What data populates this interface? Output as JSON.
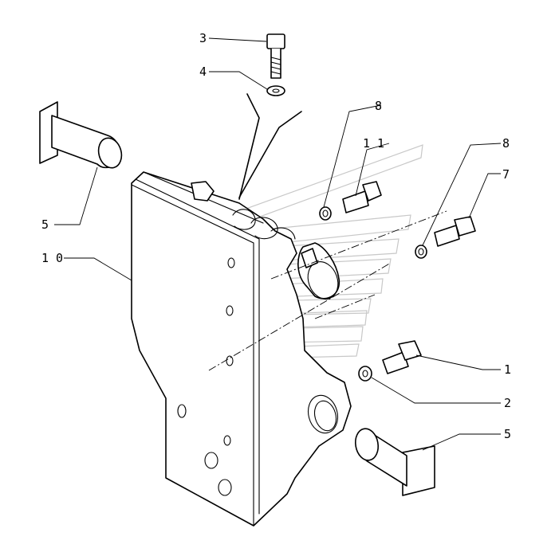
{
  "diagram": {
    "callouts": [
      {
        "id": "c3",
        "text": "3"
      },
      {
        "id": "c4",
        "text": "4"
      },
      {
        "id": "c8a",
        "text": "8"
      },
      {
        "id": "c11",
        "text": "1 1"
      },
      {
        "id": "c8b",
        "text": "8"
      },
      {
        "id": "c7",
        "text": "7"
      },
      {
        "id": "c5a",
        "text": "5"
      },
      {
        "id": "c10",
        "text": "1 0"
      },
      {
        "id": "c1",
        "text": "1"
      },
      {
        "id": "c2",
        "text": "2"
      },
      {
        "id": "c5b",
        "text": "5"
      }
    ]
  }
}
